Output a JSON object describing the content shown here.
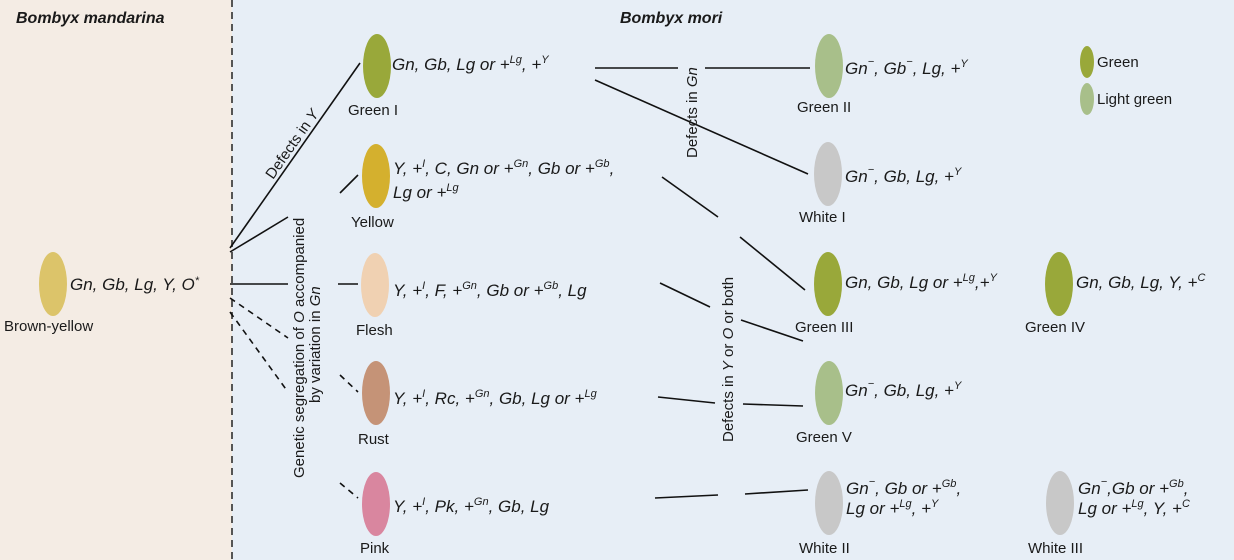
{
  "titles": {
    "left": "Bombyx mandarina",
    "right": "Bombyx mori"
  },
  "colors": {
    "green": "#99a83a",
    "light_green": "#a8bf8a",
    "white": "#c8c8c8",
    "yellow": "#d4b02e",
    "flesh": "#f0d1b2",
    "rust": "#c59377",
    "pink": "#d9869f",
    "brown_yellow": "#dcc46a"
  },
  "legend": [
    {
      "label": "Green",
      "color": "#99a83a"
    },
    {
      "label": "Light green",
      "color": "#a8bf8a"
    }
  ],
  "ancestor": {
    "label": "Brown-yellow",
    "genotype": "Gn, Gb, Lg, Y, O*"
  },
  "strains": [
    {
      "id": "green1",
      "label": "Green I",
      "genotype": "Gn, Gb, Lg or +Lg, +Y"
    },
    {
      "id": "yellow",
      "label": "Yellow",
      "genotype_l1": "Y, +I, C, Gn or +Gn, Gb or +Gb,",
      "genotype_l2": "Lg or +Lg"
    },
    {
      "id": "flesh",
      "label": "Flesh",
      "genotype": "Y, +I, F, +Gn, Gb or +Gb, Lg"
    },
    {
      "id": "rust",
      "label": "Rust",
      "genotype": "Y, +I, Rc, +Gn, Gb, Lg or +Lg"
    },
    {
      "id": "pink",
      "label": "Pink",
      "genotype": "Y, +I, Pk, +Gn, Gb, Lg"
    },
    {
      "id": "green2",
      "label": "Green II",
      "genotype": "Gn−, Gb−, Lg, +Y"
    },
    {
      "id": "white1",
      "label": "White I",
      "genotype": "Gn−, Gb, Lg, +Y"
    },
    {
      "id": "green3",
      "label": "Green III",
      "genotype": "Gn, Gb, Lg or +Lg,+Y"
    },
    {
      "id": "green4",
      "label": "Green IV",
      "genotype": "Gn, Gb, Lg, Y, +C"
    },
    {
      "id": "green5",
      "label": "Green V",
      "genotype": "Gn−, Gb, Lg, +Y"
    },
    {
      "id": "white2",
      "label": "White II",
      "genotype_l1": "Gn−, Gb or +Gb,",
      "genotype_l2": "Lg or +Lg, +Y"
    },
    {
      "id": "white3",
      "label": "White III",
      "genotype_l1": "Gn−,Gb or +Gb,",
      "genotype_l2": "Lg or +Lg, Y, +C"
    }
  ],
  "annotations": {
    "defects_y": "Defects in Y",
    "segregation_l1": "Genetic segregation of O accompanied",
    "segregation_l2": "by variation in Gn",
    "defects_gn": "Defects in Gn",
    "defects_y_o": "Defects in Y or O or both"
  }
}
